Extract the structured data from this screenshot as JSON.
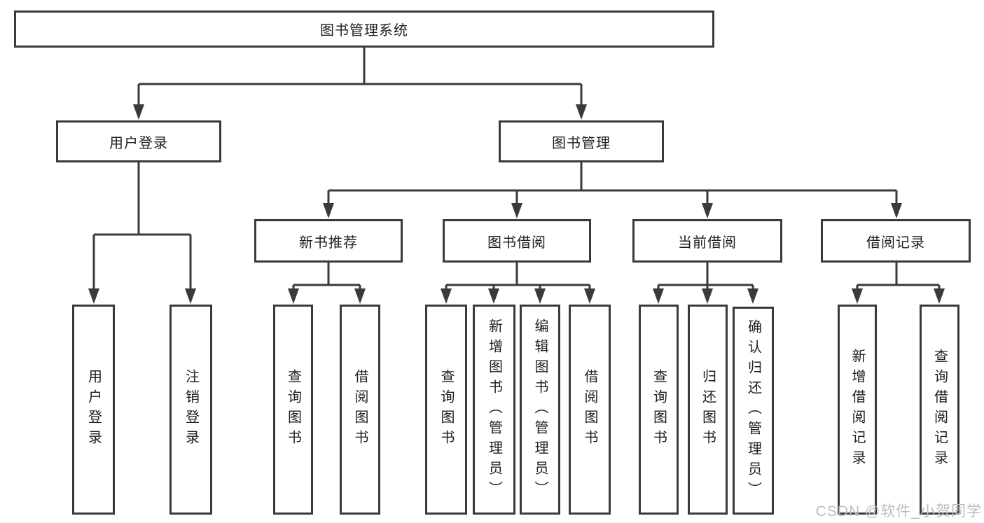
{
  "colors": {
    "line": "#3a3a3a",
    "text": "#1f1f1f",
    "watermark": "#bdbdbd",
    "background": "#ffffff"
  },
  "root": {
    "label": "图书管理系统"
  },
  "level2": [
    {
      "label": "用户登录"
    },
    {
      "label": "图书管理"
    }
  ],
  "level3": [
    {
      "label": "新书推荐"
    },
    {
      "label": "图书借阅"
    },
    {
      "label": "当前借阅"
    },
    {
      "label": "借阅记录"
    }
  ],
  "leaves": [
    {
      "label": "用户登录"
    },
    {
      "label": "注销登录"
    },
    {
      "label": "查询图书"
    },
    {
      "label": "借阅图书"
    },
    {
      "label": "查询图书"
    },
    {
      "label": "新增图书（管理员）"
    },
    {
      "label": "编辑图书（管理员）"
    },
    {
      "label": "借阅图书"
    },
    {
      "label": "查询图书"
    },
    {
      "label": "归还图书"
    },
    {
      "label": "确认归还（管理员）"
    },
    {
      "label": "新增借阅记录"
    },
    {
      "label": "查询借阅记录"
    }
  ],
  "watermark": "CSDN @软件_小贺同学"
}
